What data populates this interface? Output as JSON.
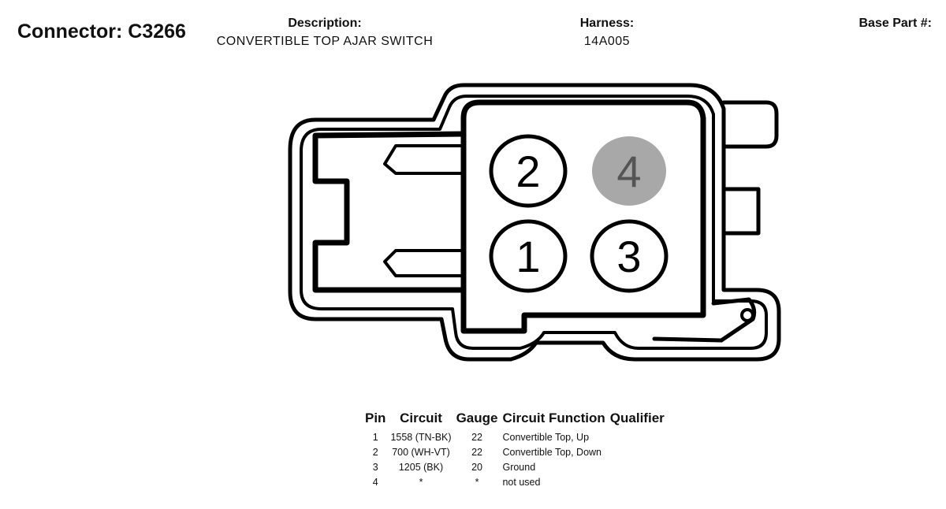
{
  "connector": {
    "title": "Connector: C3266"
  },
  "description": {
    "label": "Description:",
    "value": "CONVERTIBLE TOP AJAR SWITCH"
  },
  "harness": {
    "label": "Harness:",
    "value": "14A005"
  },
  "base_part": {
    "label": "Base Part #:"
  },
  "diagram": {
    "pins": [
      {
        "number": "2",
        "highlighted": false
      },
      {
        "number": "4",
        "highlighted": true
      },
      {
        "number": "1",
        "highlighted": false
      },
      {
        "number": "3",
        "highlighted": false
      }
    ],
    "highlight_color": "#a8a8a8"
  },
  "table": {
    "headers": [
      "Pin",
      "Circuit",
      "Gauge",
      "Circuit Function",
      "Qualifier"
    ],
    "rows": [
      {
        "pin": "1",
        "circuit": "1558 (TN-BK)",
        "gauge": "22",
        "function": "Convertible Top, Up",
        "qualifier": ""
      },
      {
        "pin": "2",
        "circuit": "700 (WH-VT)",
        "gauge": "22",
        "function": "Convertible Top, Down",
        "qualifier": ""
      },
      {
        "pin": "3",
        "circuit": "1205 (BK)",
        "gauge": "20",
        "function": "Ground",
        "qualifier": ""
      },
      {
        "pin": "4",
        "circuit": "*",
        "gauge": "*",
        "function": "not used",
        "qualifier": ""
      }
    ]
  }
}
